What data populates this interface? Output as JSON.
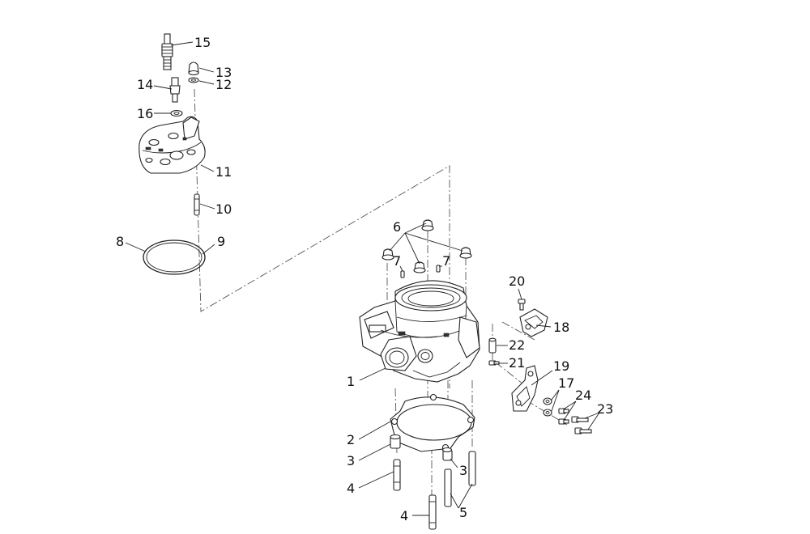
{
  "diagram": {
    "callouts": [
      "15",
      "13",
      "12",
      "14",
      "16",
      "11",
      "10",
      "8",
      "9",
      "6",
      "7",
      "7",
      "20",
      "18",
      "22",
      "21",
      "19",
      "17",
      "24",
      "23",
      "1",
      "2",
      "3",
      "3",
      "4",
      "4",
      "5"
    ]
  },
  "colors": {
    "line": "#222222",
    "background": "#ffffff"
  }
}
